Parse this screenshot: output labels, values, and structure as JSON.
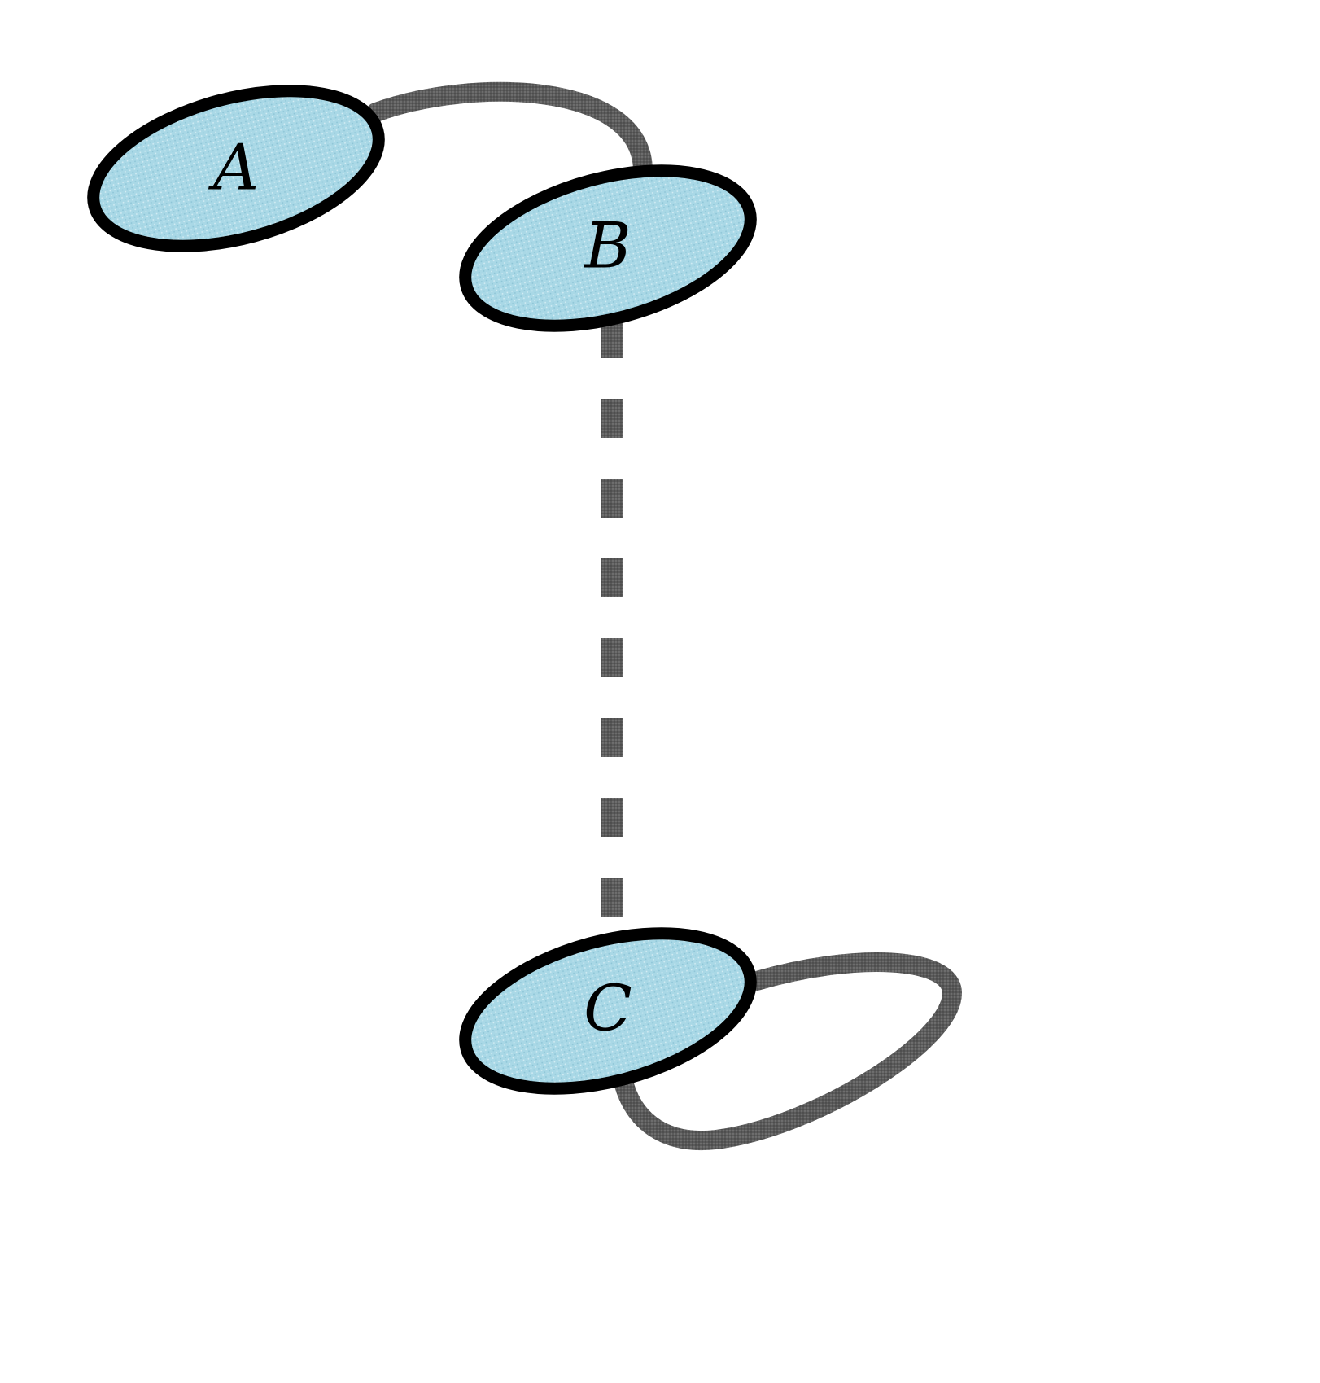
{
  "diagram": {
    "type": "graph",
    "nodes": [
      {
        "id": "A",
        "label": "A"
      },
      {
        "id": "B",
        "label": "B"
      },
      {
        "id": "C",
        "label": "C"
      }
    ],
    "edges": [
      {
        "from": "A",
        "to": "B",
        "style": "solid"
      },
      {
        "from": "B",
        "to": "C",
        "style": "dashed"
      },
      {
        "from": "C",
        "to": "C",
        "style": "solid",
        "kind": "self-loop"
      }
    ],
    "colors": {
      "node_fill": "#a9d8e6",
      "node_stroke": "#000000",
      "edge": "#555555",
      "background": "#ffffff"
    }
  }
}
